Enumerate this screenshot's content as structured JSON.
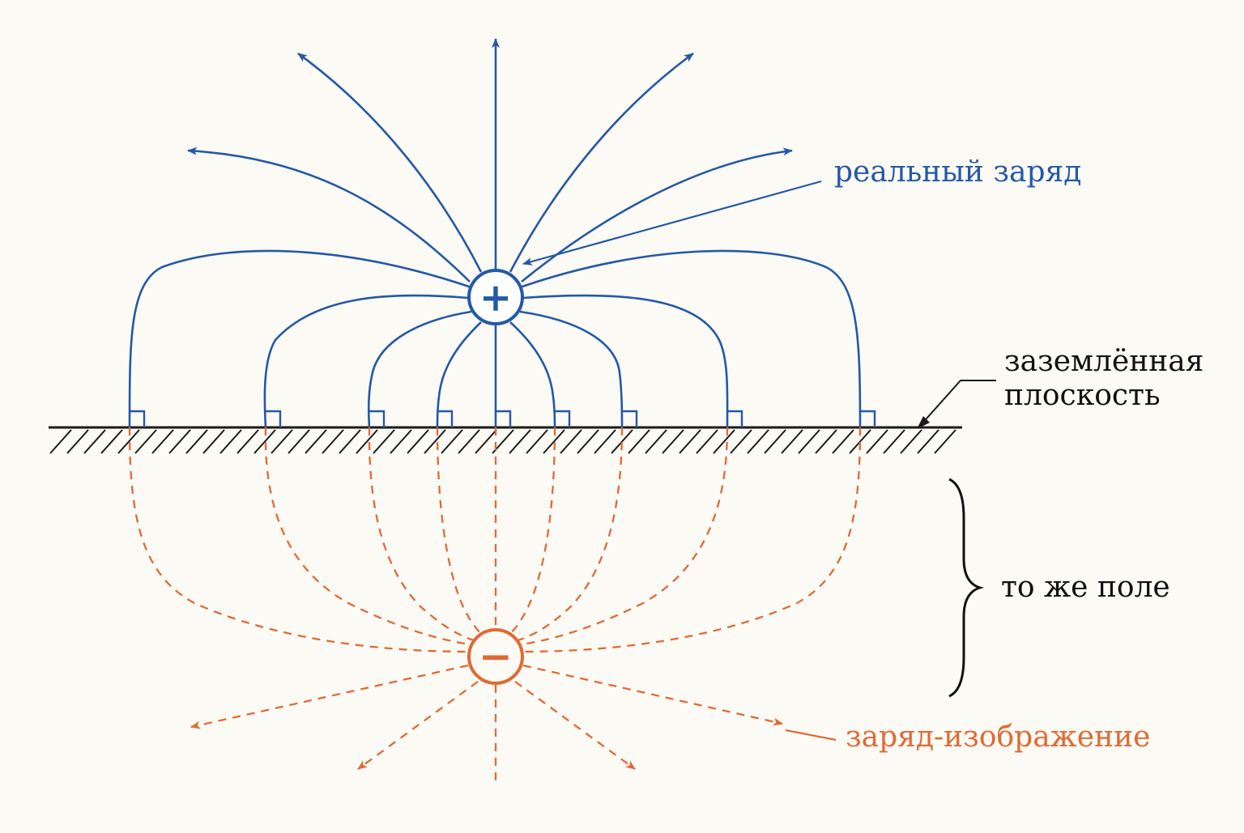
{
  "labels": {
    "real_charge": "реальный заряд",
    "grounded_plane_line1": "заземлённая",
    "grounded_plane_line2": "плоскость",
    "same_field": "то же поле",
    "image_charge": "заряд-изображение"
  },
  "symbols": {
    "real_charge_sign": "+",
    "image_charge_sign": "−"
  },
  "icons": {
    "real_charge": "plus-circle-icon",
    "image_charge": "minus-circle-icon"
  },
  "colors": {
    "background": "#fcfaf4",
    "real_field": "#2459a6",
    "image_field": "#e06a35",
    "ground": "#1a1a1a",
    "text_dark": "#111111"
  }
}
